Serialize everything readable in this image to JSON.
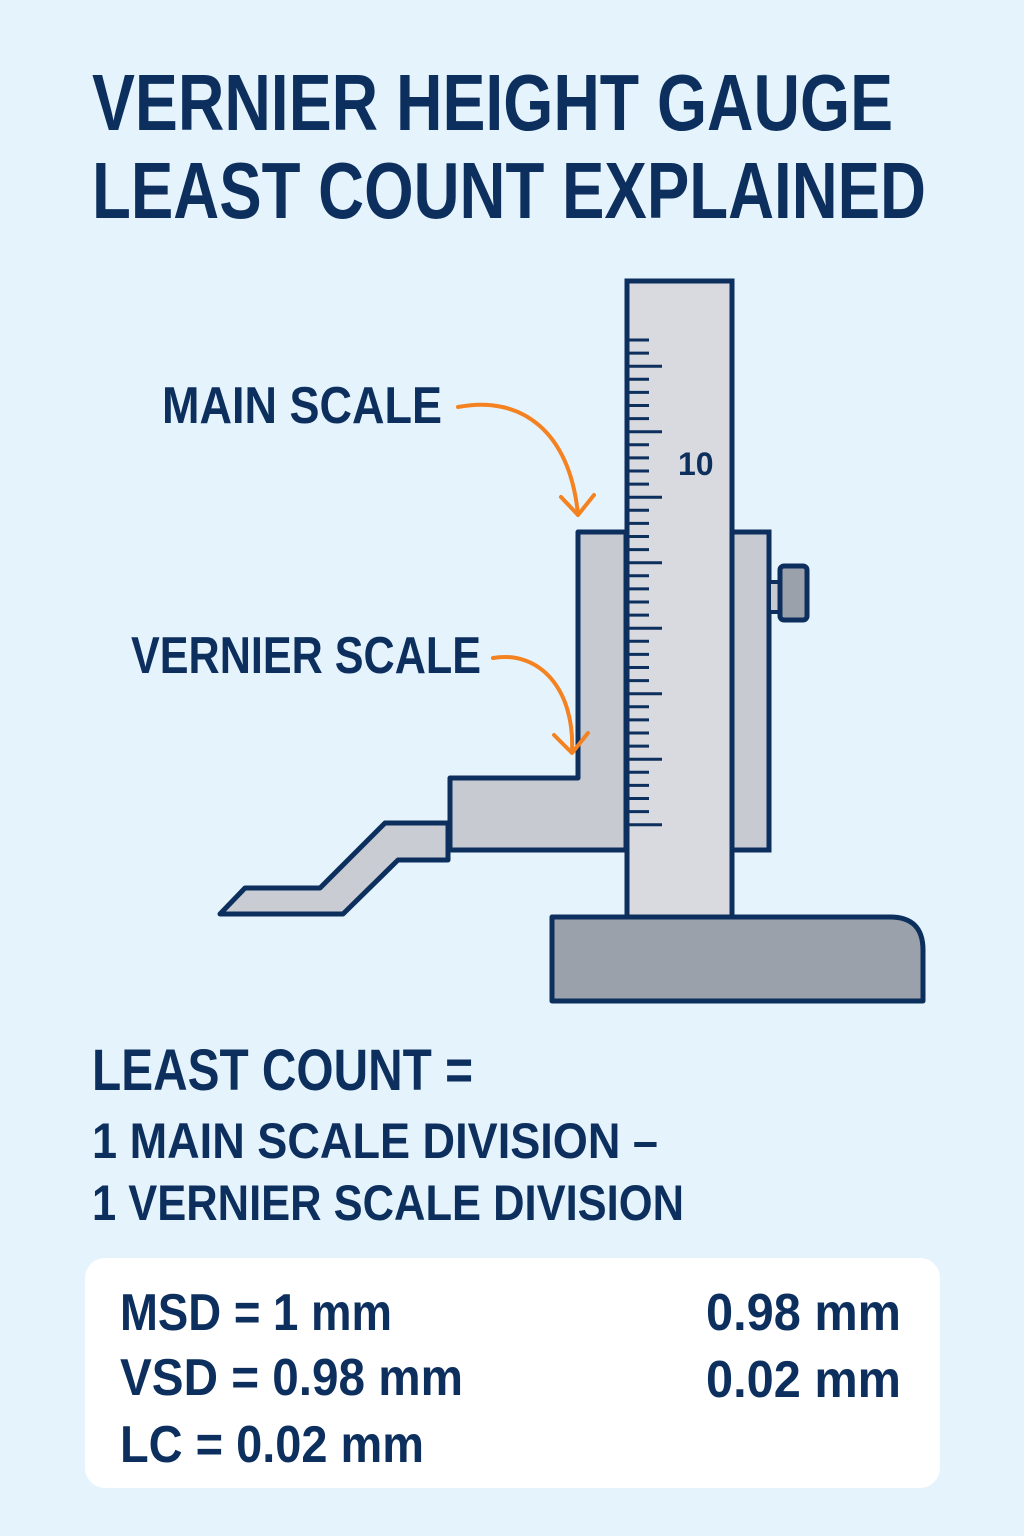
{
  "title": {
    "line1": "VERNIER HEIGHT GAUGE",
    "line2": "LEAST COUNT EXPLAINED"
  },
  "labels": {
    "main_scale": "MAIN SCALE",
    "vernier_scale": "VERNIER SCALE",
    "scale_number": "10"
  },
  "formula": {
    "heading": "LEAST COUNT =",
    "line1": "1 MAIN SCALE DIVISION –",
    "line2": "1 VERNIER SCALE DIVISION"
  },
  "results": {
    "msd": "MSD = 1 mm",
    "vsd": "VSD = 0.98 mm",
    "lc": "LC = 0.02 mm",
    "right1": "0.98 mm",
    "right2": "0.02 mm"
  },
  "colors": {
    "background": "#e5f3fc",
    "text": "#0d2f5e",
    "arrow": "#f58220",
    "metal": "#d8dadf",
    "base": "#9aa1ab"
  }
}
